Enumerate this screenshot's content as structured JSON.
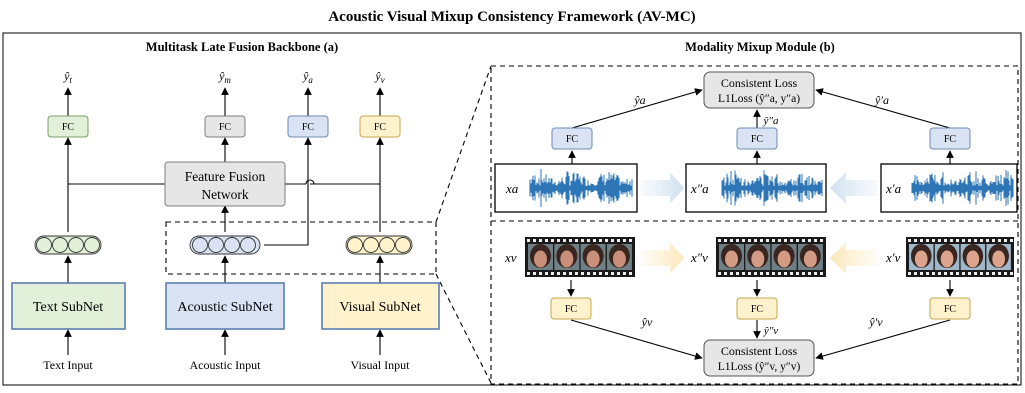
{
  "title": "Acoustic Visual Mixup Consistency Framework (AV-MC)",
  "backbone": {
    "title": "Multitask Late Fusion Backbone (a)",
    "outputs": {
      "text": "ŷ",
      "text_sub": "t",
      "mixed": "ŷ",
      "mixed_sub": "m",
      "audio": "ŷ",
      "audio_sub": "a",
      "visual": "ŷ",
      "visual_sub": "v"
    },
    "fc_label": "FC",
    "fusion_label_line1": "Feature Fusion",
    "fusion_label_line2": "Network",
    "subnets": {
      "text": "Text SubNet",
      "acoustic": "Acoustic SubNet",
      "visual": "Visual SubNet"
    },
    "inputs": {
      "text": "Text Input",
      "acoustic": "Acoustic Input",
      "visual": "Visual Input"
    }
  },
  "mixup": {
    "title": "Modality Mixup Module (b)",
    "fc_label": "FC",
    "loss_top_line1": "Consistent Loss",
    "loss_top_line2": "L1Loss (ŷ″a, y″a)",
    "loss_bottom_line1": "Consistent Loss",
    "loss_bottom_line2": "L1Loss (ŷ″v, y″v)",
    "audio_labels": [
      "xa",
      "x″a",
      "x′a"
    ],
    "visual_labels": [
      "xv",
      "x″v",
      "x′v"
    ],
    "top_pred_labels": [
      "ŷa",
      "ŷ″a",
      "ŷ′a"
    ],
    "bottom_pred_labels": [
      "ŷv",
      "ŷ″v",
      "ŷ′v"
    ]
  },
  "colors": {
    "text_green": "#e2efd9",
    "acoustic_blue": "#dae3f3",
    "visual_yellow": "#fff2cc",
    "gray": "#e7e6e6",
    "wave_blue": "#2e75b6",
    "arrow_blue": "#dbe7f3",
    "arrow_yellow": "#fdf0cf"
  }
}
